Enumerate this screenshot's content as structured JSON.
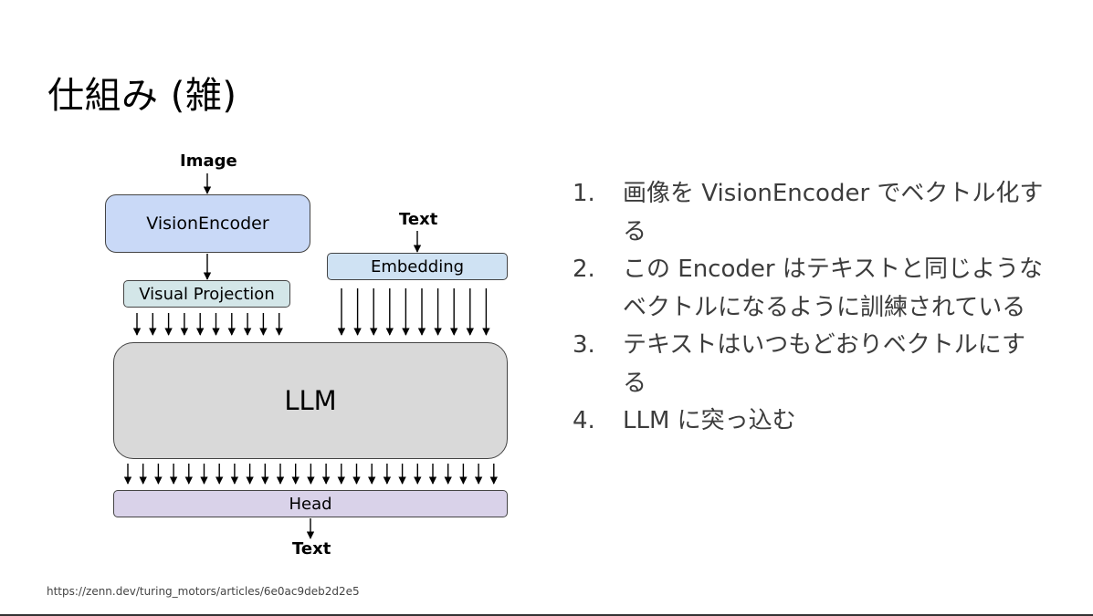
{
  "slide": {
    "title": "仕組み (雑)",
    "source_url": "https://zenn.dev/turing_motors/articles/6e0ac9deb2d2e5"
  },
  "diagram": {
    "input_image_label": "Image",
    "input_text_label": "Text",
    "output_text_label": "Text",
    "vision_encoder": "VisionEncoder",
    "visual_projection": "Visual Projection",
    "embedding": "Embedding",
    "llm": "LLM",
    "head": "Head",
    "colors": {
      "vision_encoder": "#c9d9f7",
      "visual_projection": "#d3e6e8",
      "embedding": "#cfe2f3",
      "llm": "#d9d9d9",
      "head": "#d9d2e9"
    }
  },
  "steps": [
    {
      "num": "1.",
      "text": "画像を VisionEncoder でベクトル化する"
    },
    {
      "num": "2.",
      "text": "この Encoder はテキストと同じようなベクトルになるように訓練されている"
    },
    {
      "num": "3.",
      "text": "テキストはいつもどおりベクトルにする"
    },
    {
      "num": "4.",
      "text": "LLM に突っ込む"
    }
  ]
}
